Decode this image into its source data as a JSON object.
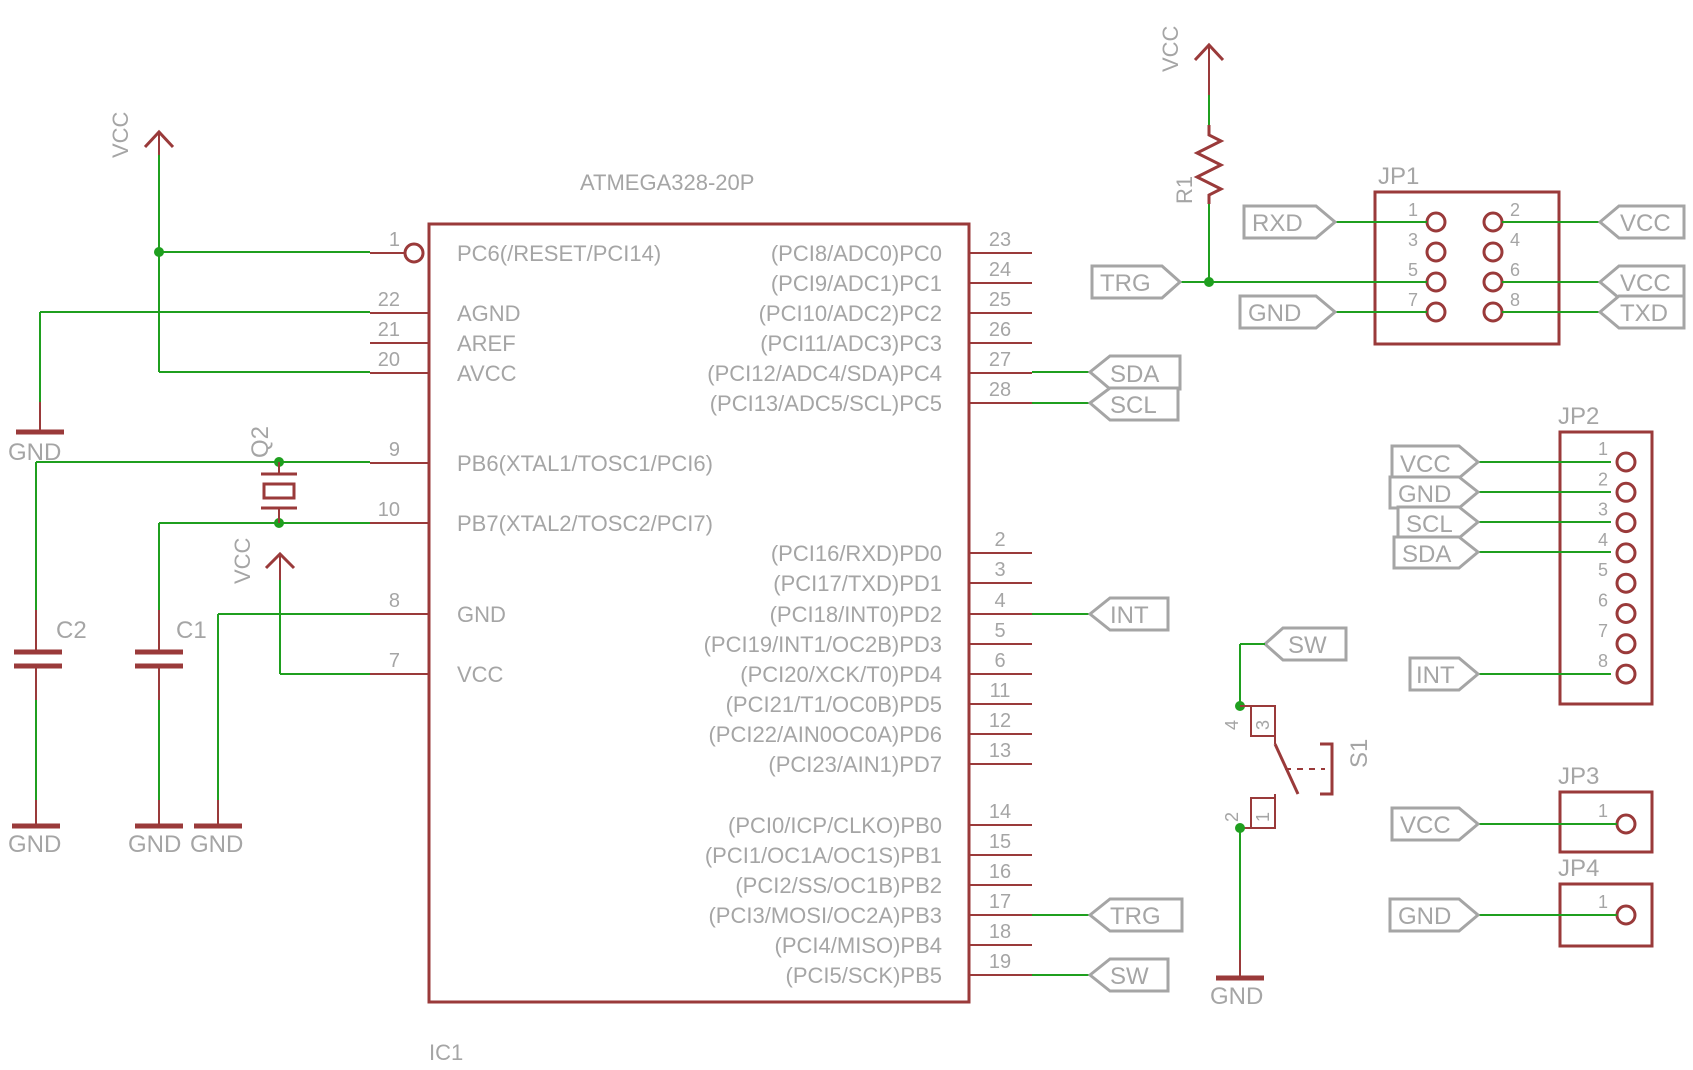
{
  "ic1": {
    "name": "IC1",
    "part": "ATMEGA328-20P",
    "left_pins": [
      {
        "num": "1",
        "name": "PC6(/RESET/PCI14)"
      },
      {
        "num": "22",
        "name": "AGND"
      },
      {
        "num": "21",
        "name": "AREF"
      },
      {
        "num": "20",
        "name": "AVCC"
      },
      {
        "num": "9",
        "name": "PB6(XTAL1/TOSC1/PCI6)"
      },
      {
        "num": "10",
        "name": "PB7(XTAL2/TOSC2/PCI7)"
      },
      {
        "num": "8",
        "name": "GND"
      },
      {
        "num": "7",
        "name": "VCC"
      }
    ],
    "right_pins": [
      {
        "num": "23",
        "name": "(PCI8/ADC0)PC0"
      },
      {
        "num": "24",
        "name": "(PCI9/ADC1)PC1"
      },
      {
        "num": "25",
        "name": "(PCI10/ADC2)PC2"
      },
      {
        "num": "26",
        "name": "(PCI11/ADC3)PC3"
      },
      {
        "num": "27",
        "name": "(PCI12/ADC4/SDA)PC4"
      },
      {
        "num": "28",
        "name": "(PCI13/ADC5/SCL)PC5"
      },
      {
        "num": "2",
        "name": "(PCI16/RXD)PD0"
      },
      {
        "num": "3",
        "name": "(PCI17/TXD)PD1"
      },
      {
        "num": "4",
        "name": "(PCI18/INT0)PD2"
      },
      {
        "num": "5",
        "name": "(PCI19/INT1/OC2B)PD3"
      },
      {
        "num": "6",
        "name": "(PCI20/XCK/T0)PD4"
      },
      {
        "num": "11",
        "name": "(PCI21/T1/OC0B)PD5"
      },
      {
        "num": "12",
        "name": "(PCI22/AIN0OC0A)PD6"
      },
      {
        "num": "13",
        "name": "(PCI23/AIN1)PD7"
      },
      {
        "num": "14",
        "name": "(PCI0/ICP/CLKO)PB0"
      },
      {
        "num": "15",
        "name": "(PCI1/OC1A/OC1S)PB1"
      },
      {
        "num": "16",
        "name": "(PCI2/SS/OC1B)PB2"
      },
      {
        "num": "17",
        "name": "(PCI3/MOSI/OC2A)PB3"
      },
      {
        "num": "18",
        "name": "(PCI4/MISO)PB4"
      },
      {
        "num": "19",
        "name": "(PCI5/SCK)PB5"
      }
    ]
  },
  "ic1_net_labels": {
    "sda": "SDA",
    "scl": "SCL",
    "int": "INT",
    "trg": "TRG",
    "sw": "SW"
  },
  "supplies": {
    "vcc": "VCC",
    "gnd": "GND"
  },
  "parts": {
    "c1": "C1",
    "c2": "C2",
    "q2": "Q2",
    "r1": "R1",
    "s1": "S1"
  },
  "jp1": {
    "name": "JP1",
    "pins": [
      "1",
      "2",
      "3",
      "4",
      "5",
      "6",
      "7",
      "8"
    ],
    "labels": {
      "rxd": "RXD",
      "trg": "TRG",
      "gnd": "GND",
      "vcc_top": "VCC",
      "vcc_mid": "VCC",
      "txd": "TXD"
    }
  },
  "jp2": {
    "name": "JP2",
    "pins": [
      "1",
      "2",
      "3",
      "4",
      "5",
      "6",
      "7",
      "8"
    ],
    "labels": {
      "vcc": "VCC",
      "gnd": "GND",
      "scl": "SCL",
      "sda": "SDA",
      "int": "INT"
    }
  },
  "jp3": {
    "name": "JP3",
    "pin": "1",
    "label": "VCC"
  },
  "jp4": {
    "name": "JP4",
    "pin": "1",
    "label": "GND"
  },
  "s1_pins": [
    "4",
    "3",
    "2",
    "1"
  ],
  "s1_net": "SW",
  "colors": {
    "wire": "#1f9f1f",
    "part": "#9a3a3a",
    "text": "#a5a5a5"
  }
}
